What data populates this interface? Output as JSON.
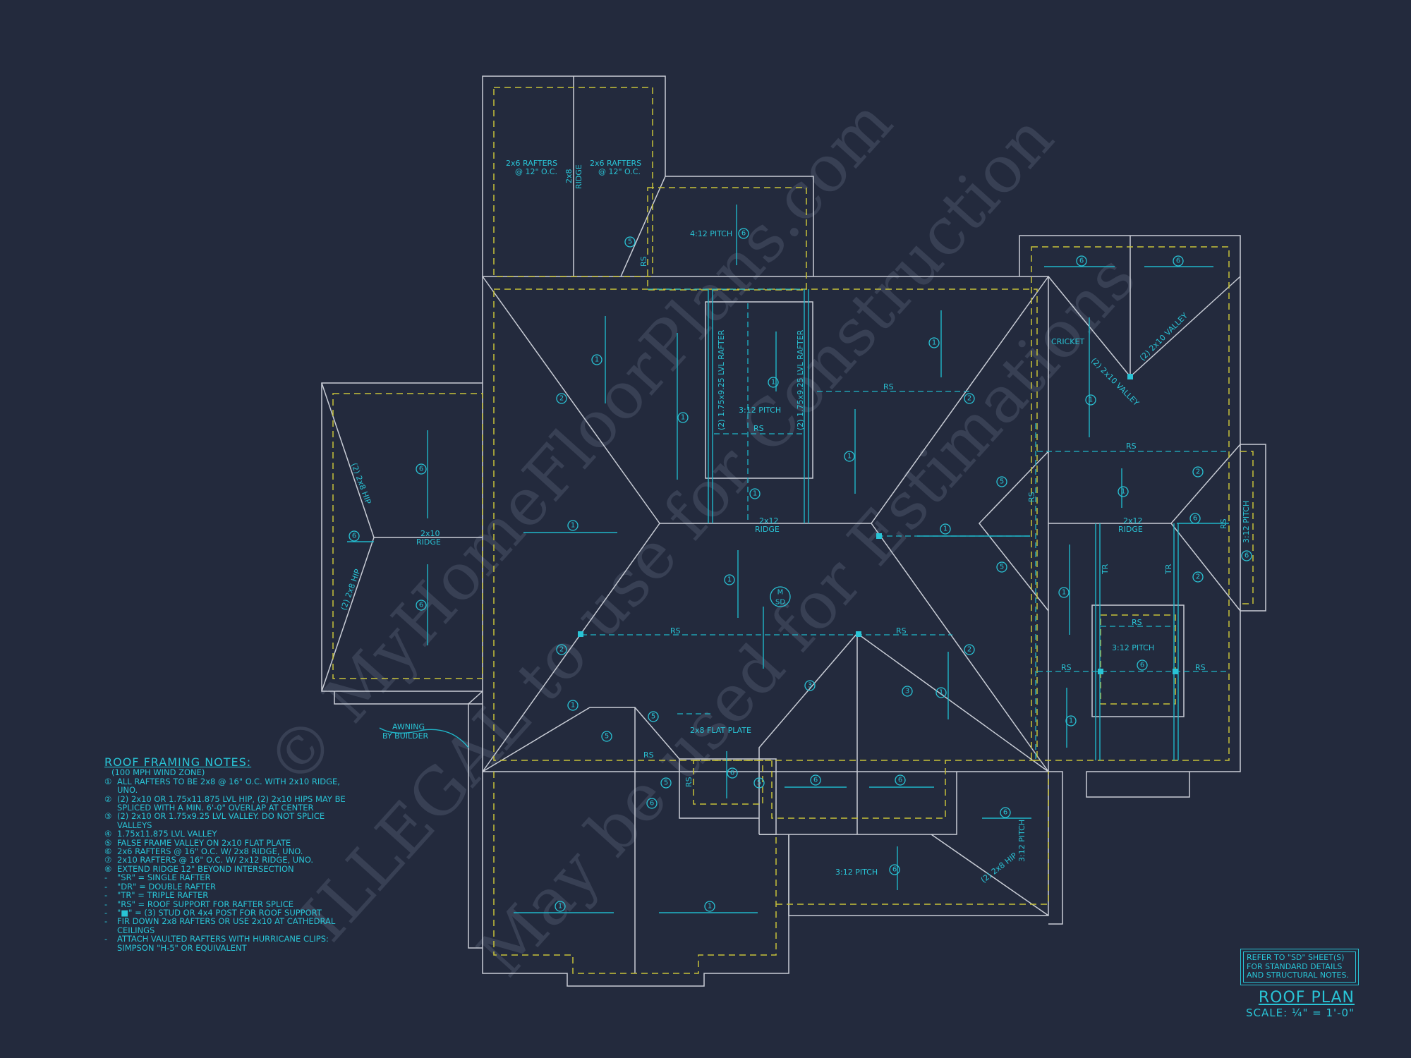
{
  "watermark": {
    "line1": "© MyHomeFloorPlans.com",
    "line2": "ILLEGAL to use for Construction",
    "line3": "May be used for Estimations"
  },
  "labels": {
    "rafters": "2x6 RAFTERS",
    "rafters_oc": "@ 12\" O.C.",
    "ridge_2x8": "2x8",
    "ridge_word": "RIDGE",
    "ridge_2x10": "2x10",
    "ridge_2x12": "2x12",
    "pitch_4_12": "4:12 PITCH",
    "pitch_3_12": "3:12 PITCH",
    "flat_plate": "2x8 FLAT PLATE",
    "lvl_rafter": "(2) 1.75x9.25 LVL RAFTER",
    "rs": "RS",
    "tr": "TR",
    "cricket": "CRICKET",
    "valley": "(2) 2x10 VALLEY",
    "hip": "(2) 2x8 HIP",
    "awning_1": "AWNING",
    "awning_2": "BY BUILDER",
    "m": "M",
    "sd": "SD"
  },
  "notes": {
    "title": "ROOF FRAMING NOTES:",
    "subtitle": "(100 MPH WIND ZONE)",
    "items": [
      {
        "key": "①",
        "text": "ALL RAFTERS TO BE 2x8 @ 16\" O.C. WITH 2x10 RIDGE, UNO."
      },
      {
        "key": "②",
        "text": "(2) 2x10 OR 1.75x11.875 LVL HIP, (2) 2x10 HIPS MAY BE SPLICED WITH A MIN. 6'-0\" OVERLAP AT CENTER"
      },
      {
        "key": "③",
        "text": "(2) 2x10 OR 1.75x9.25 LVL VALLEY. DO NOT SPLICE VALLEYS"
      },
      {
        "key": "④",
        "text": "1.75x11.875 LVL VALLEY"
      },
      {
        "key": "⑤",
        "text": "FALSE FRAME VALLEY ON 2x10 FLAT PLATE"
      },
      {
        "key": "⑥",
        "text": "2x6 RAFTERS @ 16\" O.C. W/ 2x8 RIDGE, UNO."
      },
      {
        "key": "⑦",
        "text": "2x10 RAFTERS @ 16\" O.C. W/ 2x12 RIDGE, UNO."
      },
      {
        "key": "⑧",
        "text": "EXTEND RIDGE 12\" BEYOND INTERSECTION"
      },
      {
        "key": "-",
        "text": "\"SR\" = SINGLE RAFTER"
      },
      {
        "key": "-",
        "text": "\"DR\" = DOUBLE RAFTER"
      },
      {
        "key": "-",
        "text": "\"TR\" = TRIPLE RAFTER"
      },
      {
        "key": "-",
        "text": "\"RS\" = ROOF SUPPORT FOR RAFTER SPLICE"
      },
      {
        "key": "-",
        "text": "\"■\" = (3) STUD OR 4x4 POST FOR ROOF SUPPORT"
      },
      {
        "key": "-",
        "text": "FIR DOWN 2x8 RAFTERS OR USE 2x10 AT CATHEDRAL CEILINGS"
      },
      {
        "key": "-",
        "text": "ATTACH VAULTED RAFTERS WITH HURRICANE CLIPS: SIMPSON \"H-5\" OR EQUIVALENT"
      }
    ]
  },
  "reference": {
    "line1": "REFER TO \"SD\" SHEET(S)",
    "line2": "FOR STANDARD DETAILS",
    "line3": "AND STRUCTURAL NOTES."
  },
  "title_block": {
    "title": "ROOF PLAN",
    "scale": "SCALE: ¼\" = 1'-0\""
  },
  "colors": {
    "background": "#232a3d",
    "wall_line": "#c9cdd6",
    "dashed_plate": "#c8c23a",
    "annotation": "#29c4d6"
  }
}
